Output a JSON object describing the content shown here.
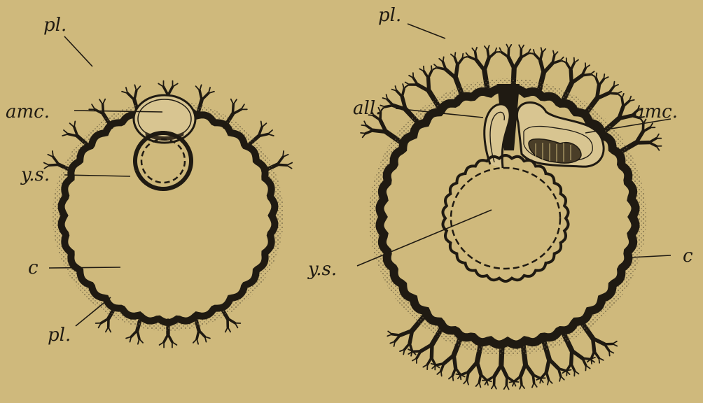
{
  "colors": {
    "background": "#cfb97c",
    "ink": "#1f1a12",
    "stipple": "#8c7f5b",
    "fill_light": "#d8c591"
  },
  "figures": {
    "left": {
      "labels": {
        "pl_top": "pl.",
        "amc": "amc.",
        "ys": "y.s.",
        "c": "c",
        "pl_bottom": "pl."
      }
    },
    "right": {
      "labels": {
        "pl": "pl.",
        "all": "all.",
        "amc": "amc.",
        "ys": "y.s.",
        "c": "c"
      }
    }
  }
}
